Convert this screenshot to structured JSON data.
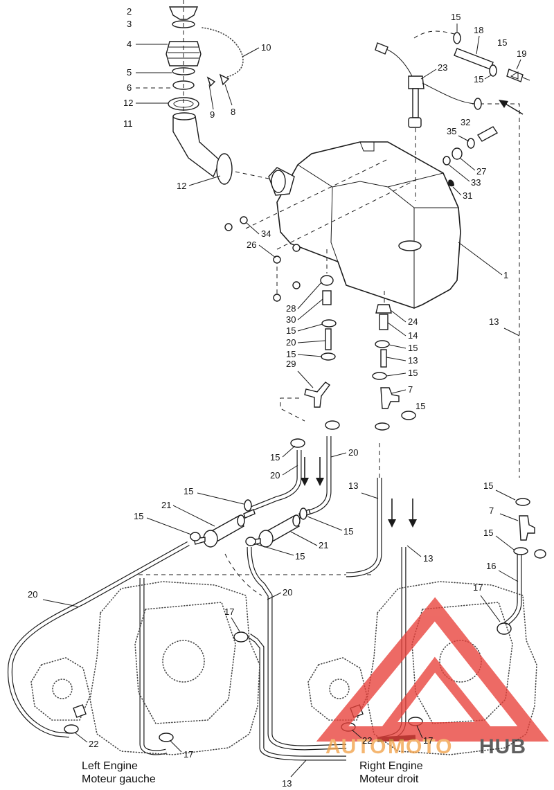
{
  "labels": {
    "l2": "2",
    "l3": "3",
    "l4": "4",
    "l5": "5",
    "l6": "6",
    "l12a": "12",
    "l11": "11",
    "l10": "10",
    "l9": "9",
    "l8": "8",
    "l12b": "12",
    "l15a": "15",
    "l18": "18",
    "l15b": "15",
    "l19": "19",
    "l15c": "15",
    "l23": "23",
    "l32": "32",
    "l35": "35",
    "l27": "27",
    "l33": "33",
    "l31": "31",
    "l34": "34",
    "l26": "26",
    "l1": "1",
    "l28": "28",
    "l30": "30",
    "l15d": "15",
    "l20a": "20",
    "l15e": "15",
    "l24": "24",
    "l14": "14",
    "l15f": "15",
    "l13a": "13",
    "l15g": "15",
    "l7a": "7",
    "l15h": "15",
    "l29": "29",
    "l13b": "13",
    "l15i": "15",
    "l20b": "20",
    "l20c": "20",
    "l13c": "13",
    "l15j": "15",
    "l21a": "21",
    "l15k": "15",
    "l15l": "15",
    "l21b": "21",
    "l15m": "15",
    "l13d": "13",
    "l15n": "15",
    "l7b": "7",
    "l15o": "15",
    "l16": "16",
    "l20d": "20",
    "l20e": "20",
    "l17a": "17",
    "l17b": "17",
    "l22a": "22",
    "l17c": "17",
    "l22b": "22",
    "l17d": "17",
    "l13e": "13"
  },
  "captions": {
    "left_en": "Left Engine",
    "left_fr": "Moteur gauche",
    "right_en": "Right Engine",
    "right_fr": "Moteur droit"
  },
  "watermark": {
    "auto": "AUTO",
    "moto": "MOTO",
    "hub": "HUB",
    "color_primary": "#e8413a",
    "color_secondary": "#f2a24a"
  }
}
